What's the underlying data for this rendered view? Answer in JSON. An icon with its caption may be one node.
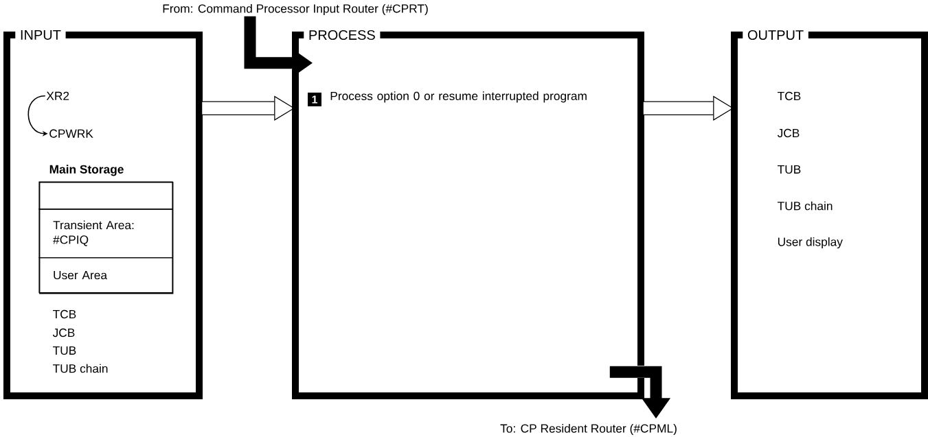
{
  "diagram": {
    "nodes": [
      {
        "text": [
          "From:  Command Processor Input Router (#CPRT)"
        ]
      },
      {
        "text": [
          "INPUT"
        ]
      },
      {
        "text": [
          "PROCESS"
        ]
      },
      {
        "text": [
          "OUTPUT"
        ]
      },
      {
        "text": [
          "To:  CP Resident Router (#CPML)"
        ]
      },
      {
        "text": [
          "XR2"
        ],
        "in": 1
      },
      {
        "text": [
          "CPWRK"
        ],
        "in": 1
      },
      {
        "text": [
          "Main Storage"
        ],
        "in": 1
      },
      {
        "text": [],
        "shape": "box",
        "in": 7
      },
      {
        "text": [
          "Transient Area: #CPIQ"
        ],
        "in": 7
      },
      {
        "text": [
          "User Area"
        ],
        "in": 7
      }
    ],
    "edges": [
      {
        "from": 0,
        "to": 2,
        "arrow": "to"
      },
      {
        "from": 1,
        "to": 2,
        "arrow": "to"
      },
      {
        "from": 2,
        "to": 3,
        "arrow": "to"
      },
      {
        "from": 2,
        "to": 4,
        "arrow": "to"
      },
      {
        "from": 5,
        "to": 6,
        "arrow": "to"
      }
    ],
    "labels": [
      "TCB",
      "JCB",
      "TUB",
      "TUB chain",
      "1",
      "Process option 0 or resume interrupted program",
      "TCB",
      "JCB",
      "TUB",
      "TUB chain",
      "User display"
    ]
  }
}
